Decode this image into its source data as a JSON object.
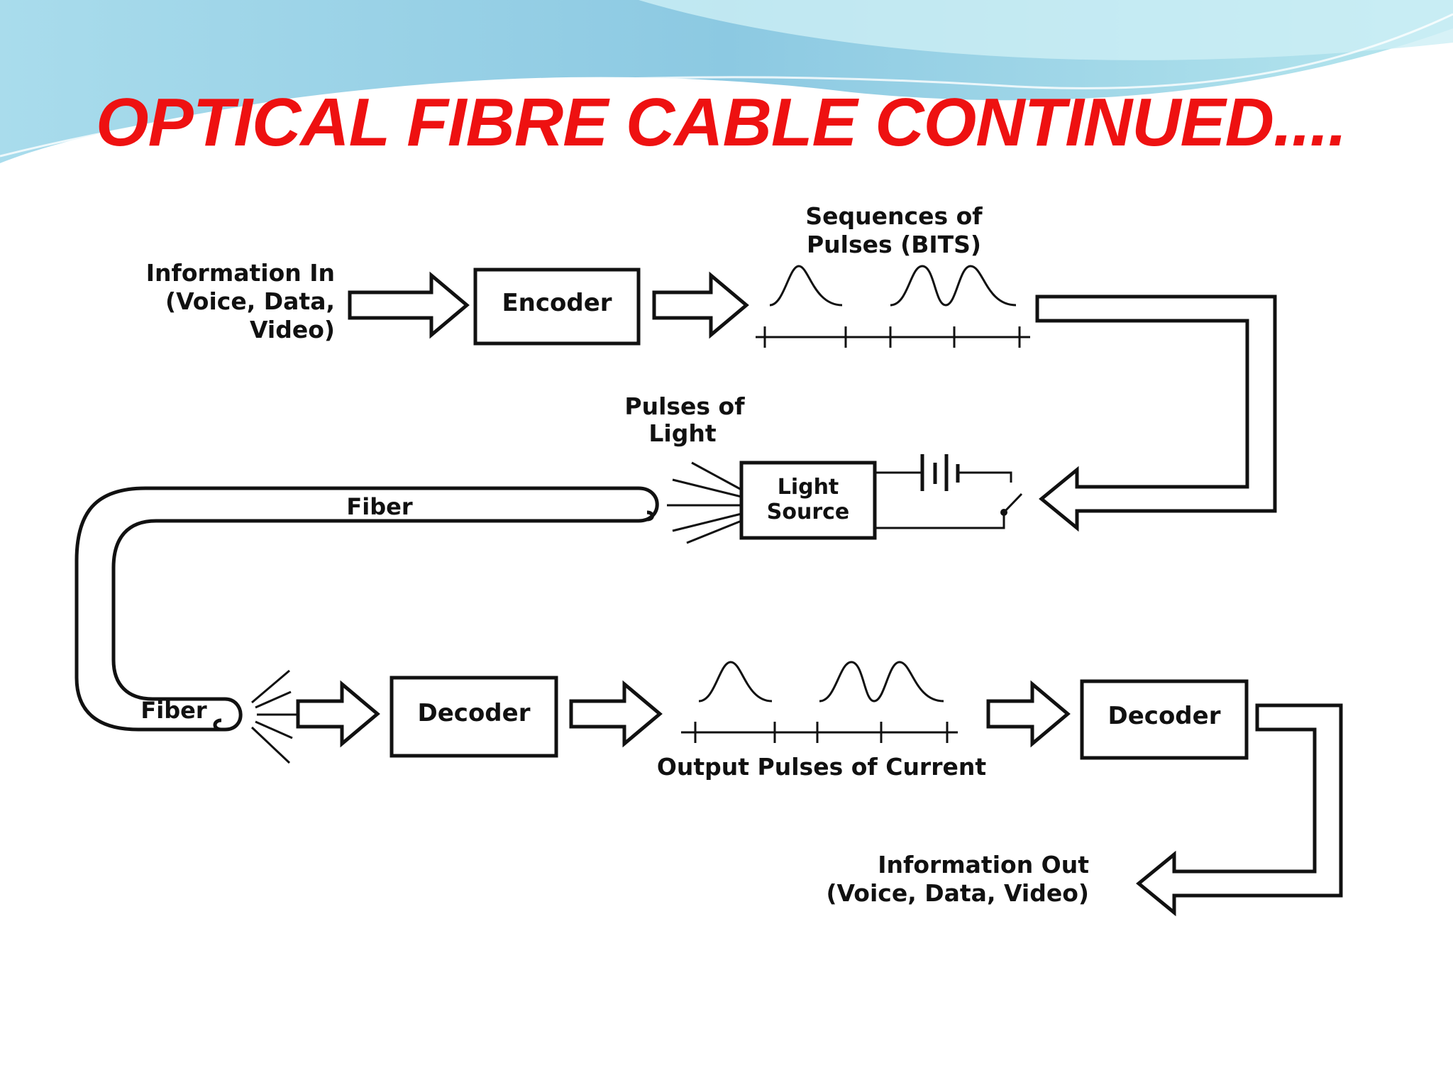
{
  "slide": {
    "title": "OPTICAL FIBRE CABLE CONTINUED...."
  },
  "diagram": {
    "info_in": [
      "Information In",
      "(Voice, Data,",
      "Video)"
    ],
    "encoder": "Encoder",
    "sequences": [
      "Sequences of",
      "Pulses (BITS)"
    ],
    "pulses_light": [
      "Pulses of",
      "Light"
    ],
    "light_source": [
      "Light",
      "Source"
    ],
    "fiber_top": "Fiber",
    "fiber_bottom": "Fiber",
    "decoder_1": "Decoder",
    "output_pulses": "Output Pulses of Current",
    "decoder_2": "Decoder",
    "info_out": [
      "Information Out",
      "(Voice, Data, Video)"
    ]
  },
  "colors": {
    "title": "#ee1111",
    "banner_light": "#bfe9f2",
    "banner_dark": "#7ec4e0",
    "ink": "#111111"
  }
}
